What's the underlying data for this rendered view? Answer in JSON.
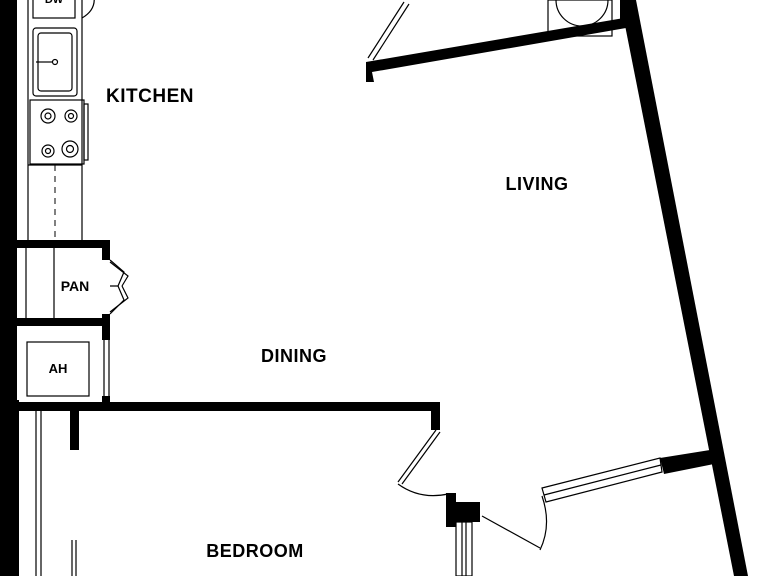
{
  "rooms": {
    "kitchen": "KITCHEN",
    "living": "LIVING",
    "dining": "DINING",
    "bedroom": "BEDROOM",
    "pantry": "PAN",
    "air_handler": "AH",
    "dishwasher": "DW"
  },
  "colors": {
    "wall": "#000000",
    "background": "#ffffff"
  }
}
